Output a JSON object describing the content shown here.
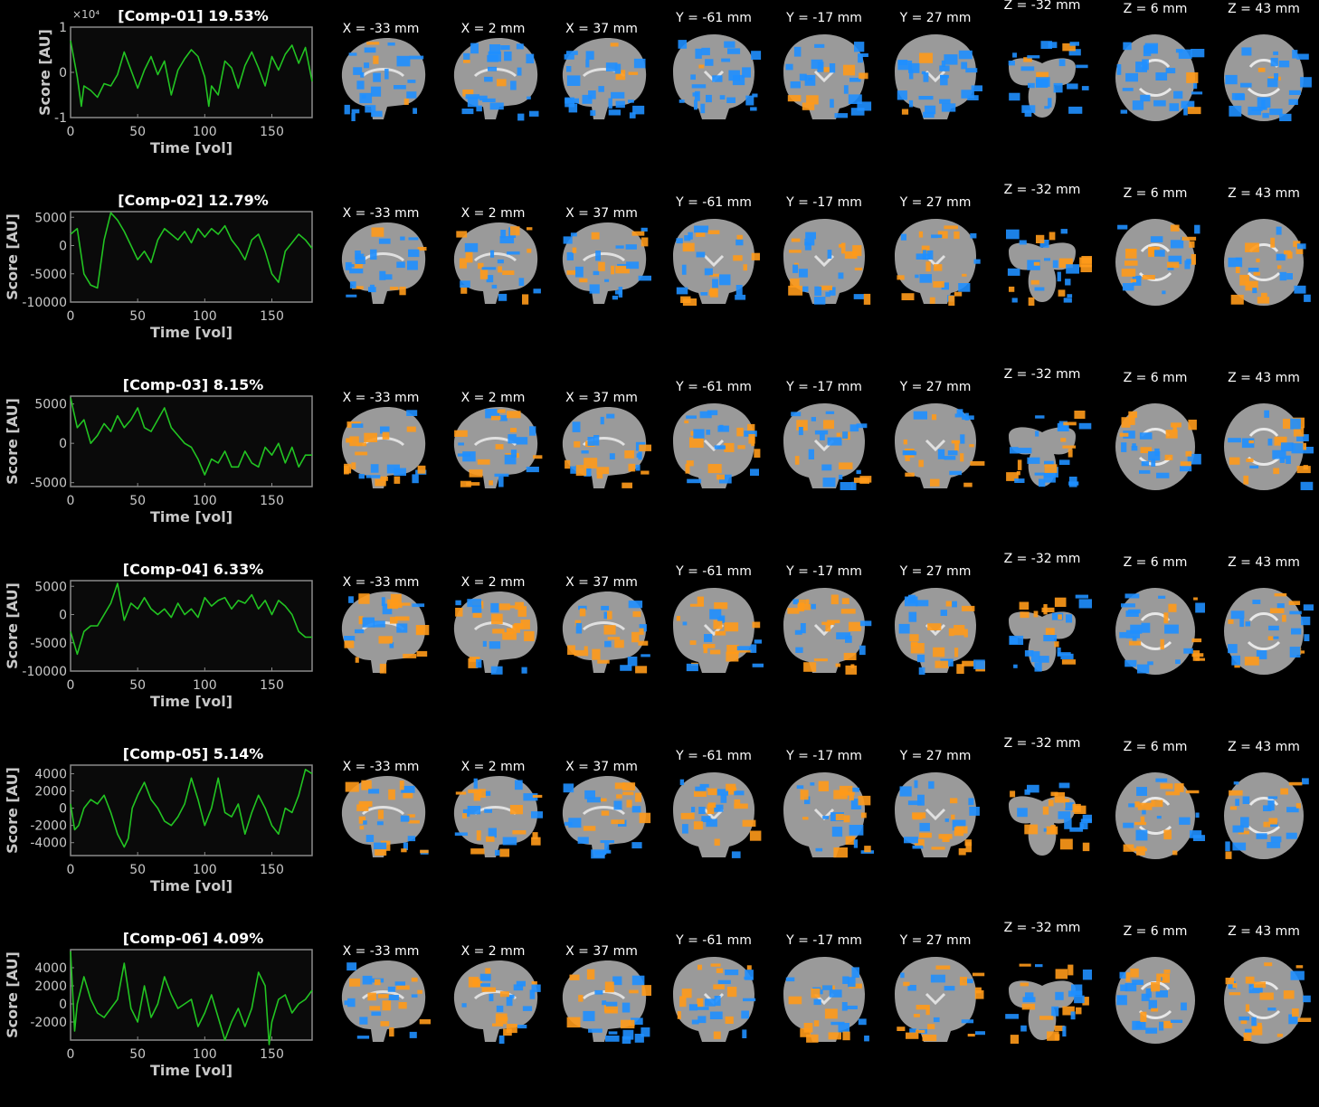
{
  "figure": {
    "xlabel": "Time [vol]",
    "ylabel": "Score [AU]",
    "slice_labels": [
      "X = -33 mm",
      "X = 2 mm",
      "X = 37 mm",
      "Y = -61 mm",
      "Y = -17 mm",
      "Y = 27 mm",
      "Z = -32 mm",
      "Z = 6 mm",
      "Z = 43 mm"
    ],
    "colors": {
      "trace": "#22c422",
      "pos_map": "#ff9a1a",
      "neg_map": "#1f8fff",
      "brain": "#9a9a9a"
    }
  },
  "chart_data": [
    {
      "type": "line",
      "title": "[Comp-01] 19.53%",
      "xlabel": "Time [vol]",
      "ylabel": "Score [AU]",
      "xlim": [
        0,
        180
      ],
      "ylim": [
        -1,
        1
      ],
      "exponent_label": "×10⁴",
      "yticks": [
        -1,
        0,
        1
      ],
      "ytick_labels": [
        "-1",
        "0",
        "1"
      ],
      "xticks": [
        0,
        50,
        100,
        150
      ],
      "x": [
        0,
        5,
        8,
        10,
        15,
        20,
        25,
        30,
        35,
        40,
        45,
        50,
        55,
        60,
        65,
        70,
        75,
        80,
        85,
        90,
        95,
        100,
        103,
        105,
        110,
        115,
        120,
        125,
        130,
        135,
        140,
        145,
        150,
        155,
        160,
        165,
        170,
        175,
        180
      ],
      "y": [
        0.7,
        -0.1,
        -0.75,
        -0.3,
        -0.4,
        -0.55,
        -0.25,
        -0.3,
        -0.05,
        0.45,
        0.05,
        -0.35,
        0.05,
        0.35,
        -0.05,
        0.25,
        -0.5,
        0.05,
        0.3,
        0.5,
        0.35,
        -0.1,
        -0.75,
        -0.3,
        -0.5,
        0.25,
        0.1,
        -0.35,
        0.15,
        0.45,
        0.1,
        -0.3,
        0.35,
        0.05,
        0.4,
        0.6,
        0.2,
        0.55,
        -0.2
      ]
    },
    {
      "type": "line",
      "title": "[Comp-02] 12.79%",
      "xlabel": "Time [vol]",
      "ylabel": "Score [AU]",
      "xlim": [
        0,
        180
      ],
      "ylim": [
        -10000,
        6000
      ],
      "yticks": [
        -10000,
        -5000,
        0,
        5000
      ],
      "ytick_labels": [
        "-10000",
        "-5000",
        "0",
        "5000"
      ],
      "xticks": [
        0,
        50,
        100,
        150
      ],
      "x": [
        0,
        5,
        10,
        15,
        20,
        25,
        30,
        35,
        40,
        45,
        50,
        55,
        60,
        65,
        70,
        75,
        80,
        85,
        90,
        95,
        100,
        105,
        110,
        115,
        120,
        125,
        130,
        135,
        140,
        145,
        150,
        155,
        160,
        165,
        170,
        175,
        180
      ],
      "y": [
        2000,
        3000,
        -5000,
        -7000,
        -7500,
        1000,
        5800,
        4500,
        2500,
        0,
        -2500,
        -1000,
        -3000,
        1000,
        3000,
        2000,
        1000,
        2500,
        500,
        3000,
        1500,
        3000,
        2000,
        3500,
        1000,
        -500,
        -2500,
        1000,
        2000,
        -1000,
        -5000,
        -6500,
        -1000,
        500,
        2000,
        1000,
        -500
      ]
    },
    {
      "type": "line",
      "title": "[Comp-03] 8.15%",
      "xlabel": "Time [vol]",
      "ylabel": "Score [AU]",
      "xlim": [
        0,
        180
      ],
      "ylim": [
        -5500,
        6000
      ],
      "yticks": [
        -5000,
        0,
        5000
      ],
      "ytick_labels": [
        "-5000",
        "0",
        "5000"
      ],
      "xticks": [
        0,
        50,
        100,
        150
      ],
      "x": [
        0,
        5,
        10,
        15,
        20,
        25,
        30,
        35,
        40,
        45,
        50,
        55,
        60,
        65,
        70,
        75,
        80,
        85,
        90,
        95,
        100,
        105,
        110,
        115,
        120,
        125,
        130,
        135,
        140,
        145,
        150,
        155,
        160,
        165,
        170,
        175,
        180
      ],
      "y": [
        5800,
        2000,
        3000,
        0,
        1000,
        2500,
        1500,
        3500,
        2000,
        3000,
        4500,
        2000,
        1500,
        3000,
        4500,
        2000,
        1000,
        0,
        -500,
        -2000,
        -4000,
        -2000,
        -2500,
        -1000,
        -3000,
        -3000,
        -1000,
        -2500,
        -3000,
        -500,
        -1500,
        0,
        -2500,
        -500,
        -3000,
        -1500,
        -1500
      ]
    },
    {
      "type": "line",
      "title": "[Comp-04] 6.33%",
      "xlabel": "Time [vol]",
      "ylabel": "Score [AU]",
      "xlim": [
        0,
        180
      ],
      "ylim": [
        -10000,
        6000
      ],
      "yticks": [
        -10000,
        -5000,
        0,
        5000
      ],
      "ytick_labels": [
        "-10000",
        "-5000",
        "0",
        "5000"
      ],
      "xticks": [
        0,
        50,
        100,
        150
      ],
      "x": [
        0,
        5,
        10,
        15,
        20,
        25,
        30,
        35,
        40,
        45,
        50,
        55,
        60,
        65,
        70,
        75,
        80,
        85,
        90,
        95,
        100,
        105,
        110,
        115,
        120,
        125,
        130,
        135,
        140,
        145,
        150,
        155,
        160,
        165,
        170,
        175,
        180
      ],
      "y": [
        -3000,
        -7000,
        -3000,
        -2000,
        -2000,
        0,
        2000,
        5500,
        -1000,
        2000,
        1000,
        3000,
        1000,
        0,
        1000,
        -500,
        2000,
        0,
        1000,
        -500,
        3000,
        1500,
        2500,
        3000,
        1000,
        2500,
        2000,
        3500,
        1000,
        2500,
        0,
        2500,
        1500,
        0,
        -3000,
        -4000,
        -4000
      ]
    },
    {
      "type": "line",
      "title": "[Comp-05] 5.14%",
      "xlabel": "Time [vol]",
      "ylabel": "Score [AU]",
      "xlim": [
        0,
        180
      ],
      "ylim": [
        -5500,
        5000
      ],
      "yticks": [
        -4000,
        -2000,
        0,
        2000,
        4000
      ],
      "ytick_labels": [
        "-4000",
        "-2000",
        "0",
        "2000",
        "4000"
      ],
      "xticks": [
        0,
        50,
        100,
        150
      ],
      "x": [
        0,
        3,
        6,
        10,
        15,
        20,
        25,
        30,
        35,
        40,
        43,
        46,
        50,
        55,
        60,
        65,
        70,
        75,
        80,
        85,
        90,
        95,
        100,
        105,
        110,
        115,
        120,
        125,
        130,
        135,
        140,
        145,
        150,
        155,
        160,
        165,
        170,
        175,
        180
      ],
      "y": [
        500,
        -2500,
        -2000,
        0,
        1000,
        500,
        1500,
        -500,
        -3000,
        -4500,
        -3500,
        0,
        1500,
        3000,
        1000,
        0,
        -1500,
        -2000,
        -1000,
        500,
        3500,
        1000,
        -2000,
        0,
        3500,
        -500,
        -1000,
        500,
        -3000,
        -500,
        1500,
        0,
        -2000,
        -3000,
        0,
        -500,
        1500,
        4500,
        4000
      ]
    },
    {
      "type": "line",
      "title": "[Comp-06] 4.09%",
      "xlabel": "Time [vol]",
      "ylabel": "Score [AU]",
      "xlim": [
        0,
        180
      ],
      "ylim": [
        -4000,
        6000
      ],
      "yticks": [
        -2000,
        0,
        2000,
        4000
      ],
      "ytick_labels": [
        "-2000",
        "0",
        "2000",
        "4000"
      ],
      "xticks": [
        0,
        50,
        100,
        150
      ],
      "x": [
        0,
        3,
        5,
        10,
        15,
        20,
        25,
        30,
        35,
        40,
        45,
        50,
        55,
        60,
        65,
        70,
        75,
        80,
        85,
        90,
        95,
        100,
        105,
        110,
        115,
        120,
        125,
        130,
        135,
        140,
        145,
        148,
        150,
        155,
        160,
        165,
        170,
        175,
        180
      ],
      "y": [
        5800,
        -3000,
        0,
        3000,
        500,
        -1000,
        -1500,
        -500,
        500,
        4500,
        -500,
        -2000,
        2000,
        -1500,
        0,
        3000,
        1000,
        -500,
        0,
        500,
        -2500,
        -1000,
        1000,
        -1500,
        -4000,
        -2000,
        -500,
        -2500,
        -500,
        3500,
        2000,
        -4500,
        -2000,
        500,
        1000,
        -1000,
        0,
        500,
        1500
      ]
    }
  ]
}
